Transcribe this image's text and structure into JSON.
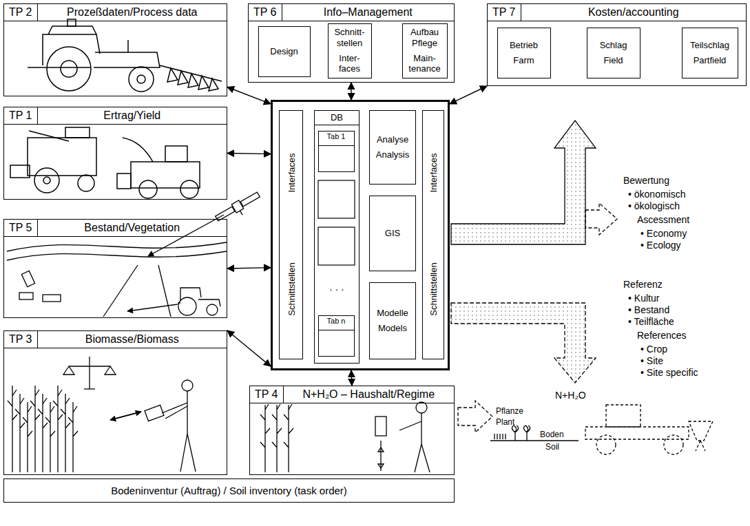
{
  "diagram": {
    "nodes": [
      {
        "text": [
          "TP 2",
          "Prozeßdaten/Process data"
        ]
      },
      {
        "text": [
          "TP 6",
          "Info–Management"
        ]
      },
      {
        "text": [
          "Design"
        ],
        "in": 1
      },
      {
        "text": [
          "Schnitt- stellen",
          "Inter- faces"
        ],
        "in": 1
      },
      {
        "text": [
          "Aufbau Pflege",
          "Main- tenance"
        ],
        "in": 1
      },
      {
        "text": [
          "TP 7",
          "Kosten/accounting"
        ]
      },
      {
        "text": [
          "Betrieb",
          "Farm"
        ],
        "in": 5
      },
      {
        "text": [
          "Schlag",
          "Field"
        ],
        "in": 5
      },
      {
        "text": [
          "Teilschlag",
          "Partfield"
        ],
        "in": 5
      },
      {
        "text": [
          "TP 1",
          "Ertrag/Yield"
        ]
      },
      {
        "text": []
      },
      {
        "text": [
          "Interfaces",
          "Schnittstellen"
        ],
        "in": 10
      },
      {
        "text": [
          "DB"
        ],
        "in": 10
      },
      {
        "text": [
          "Tab 1"
        ],
        "in": 12
      },
      {
        "text": [
          "Tab n"
        ],
        "in": 12
      },
      {
        "text": [
          "Analyse",
          "Analysis"
        ],
        "in": 10
      },
      {
        "text": [
          "GIS"
        ],
        "in": 10
      },
      {
        "text": [
          "Modelle",
          "Models"
        ],
        "in": 10
      },
      {
        "text": [
          "Interfaces",
          "Schnittstellen"
        ],
        "in": 10
      },
      {
        "text": [
          "TP 5",
          "Bestand/Vegetation"
        ]
      },
      {
        "text": [
          "TP 3",
          "Biomasse/Biomass"
        ]
      },
      {
        "text": [
          "TP 4",
          "N+H₂O – Haushalt/Regime"
        ]
      },
      {
        "text": [
          "Bodeninventur (Auftrag) / Soil inventory (task order)"
        ]
      }
    ],
    "edges": [
      {
        "from": 0,
        "to": 10,
        "arrow": "both"
      },
      {
        "from": 1,
        "to": 10,
        "arrow": "both"
      },
      {
        "from": 5,
        "to": 10,
        "arrow": "both"
      },
      {
        "from": 9,
        "to": 10,
        "arrow": "both"
      },
      {
        "from": 19,
        "to": 10,
        "arrow": "both"
      },
      {
        "from": 20,
        "to": 10,
        "arrow": "both"
      },
      {
        "from": 21,
        "to": 10,
        "arrow": "both"
      }
    ],
    "labels": [
      "· · ·",
      "Bewertung",
      "• ökonomisch",
      "• ökologisch",
      "Ascessment",
      "• Economy",
      "• Ecology",
      "Referenz",
      "• Kultur",
      "• Bestand",
      "• Teilfläche",
      "References",
      "• Crop",
      "• Site",
      "• Site specific",
      "N+H₂O",
      "Pflanze",
      "Plant",
      "Boden",
      "Soil"
    ]
  }
}
